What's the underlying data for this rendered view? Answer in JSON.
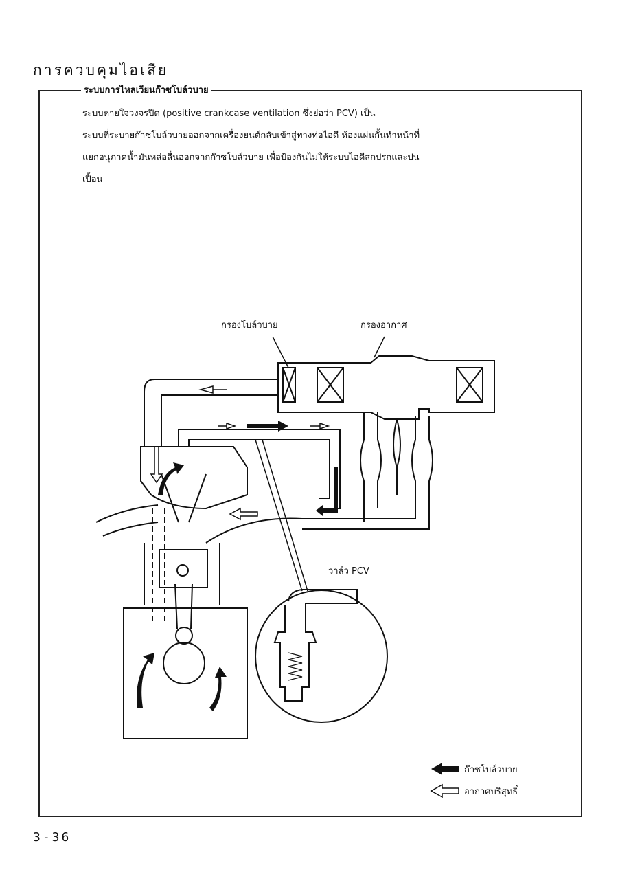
{
  "title": "การควบคุมไอเสีย",
  "section_label": "ระบบการไหลเวียนก๊าซโบล์วบาย",
  "paragraph": [
    "ระบบหายใจวงจรปิด (positive crankcase ventilation ซึ่งย่อว่า PCV) เป็น",
    "ระบบที่ระบายก๊าซโบล์วบายออกจากเครื่องยนต์กลับเข้าสู่ทางท่อไอดี ห้องแผ่นกั้นทำหน้าที่",
    "แยกอนุภาคน้ำมันหล่อลื่นออกจากก๊าซโบล์วบาย เพื่อป้องกันไม่ให้ระบบไอดีสกปรกและปน",
    "เปื้อน"
  ],
  "diagram": {
    "label_blowby_filter": "กรองโบล์วบาย",
    "label_air_filter": "กรองอากาศ",
    "label_pcv_valve": "วาล์ว PCV"
  },
  "legend": [
    {
      "icon": "solid-arrow-left-icon",
      "label": "ก๊าซโบล์วบาย"
    },
    {
      "icon": "hollow-arrow-left-icon",
      "label": "อากาศบริสุทธิ์"
    }
  ],
  "page_number": "3-36"
}
